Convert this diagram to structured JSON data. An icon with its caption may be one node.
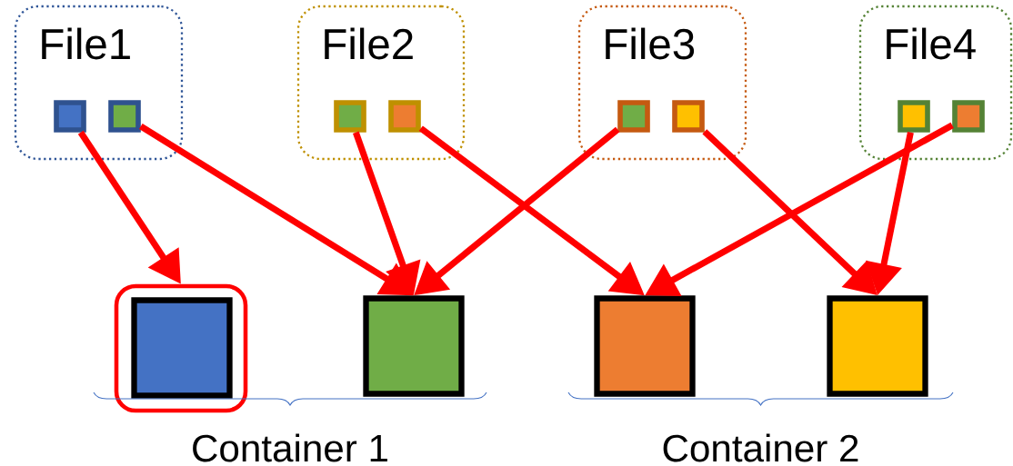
{
  "diagram": {
    "nodes": [
      {
        "text": [
          "File1"
        ]
      },
      {
        "text": [],
        "shape": "box",
        "in": 0
      },
      {
        "text": [],
        "shape": "box",
        "in": 0
      },
      {
        "text": [
          "File2"
        ]
      },
      {
        "text": [],
        "shape": "box",
        "in": 3
      },
      {
        "text": [],
        "shape": "box",
        "in": 3
      },
      {
        "text": [
          "File3"
        ]
      },
      {
        "text": [],
        "shape": "box",
        "in": 6
      },
      {
        "text": [],
        "shape": "box",
        "in": 6
      },
      {
        "text": [
          "File4"
        ]
      },
      {
        "text": [],
        "shape": "box",
        "in": 9
      },
      {
        "text": [],
        "shape": "box",
        "in": 9
      },
      {
        "text": [],
        "shape": "box"
      },
      {
        "text": [],
        "shape": "box",
        "in": 12
      },
      {
        "text": [],
        "shape": "box"
      },
      {
        "text": [],
        "shape": "box"
      },
      {
        "text": [],
        "shape": "box"
      }
    ],
    "edges": [
      {
        "from": 1,
        "to": 12,
        "arrow": "to"
      },
      {
        "from": 2,
        "to": 14,
        "arrow": "to"
      },
      {
        "from": 4,
        "to": 14,
        "arrow": "to"
      },
      {
        "from": 5,
        "to": 15,
        "arrow": "to"
      },
      {
        "from": 7,
        "to": 14,
        "arrow": "to"
      },
      {
        "from": 8,
        "to": 16,
        "arrow": "to"
      },
      {
        "from": 10,
        "to": 16,
        "arrow": "to"
      },
      {
        "from": 11,
        "to": 15,
        "arrow": "to"
      }
    ],
    "labels": [
      "Container 1",
      "Container 2"
    ]
  }
}
